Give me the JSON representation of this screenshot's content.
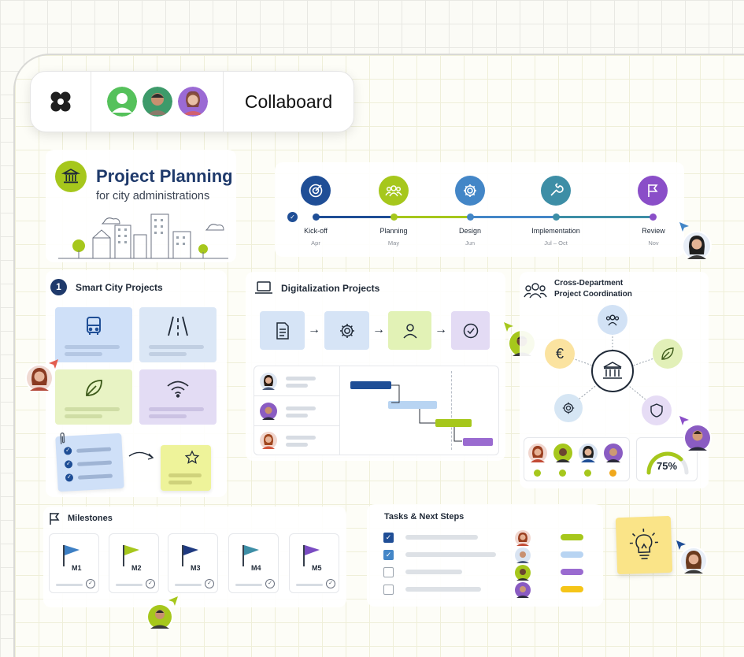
{
  "app": {
    "title": "Collaboard"
  },
  "colors": {
    "navy": "#1f4e96",
    "green": "#a6c71c",
    "blue": "#4386c7",
    "teal": "#3d8ea6",
    "purple": "#8a4ec8"
  },
  "header": {
    "title": "Project Planning",
    "subtitle": "for city administrations",
    "icon": "city-hall-icon"
  },
  "timeline": {
    "stages": [
      {
        "label": "Kick-off",
        "date": "Apr",
        "icon": "target-icon"
      },
      {
        "label": "Planning",
        "date": "May",
        "icon": "people-icon"
      },
      {
        "label": "Design",
        "date": "Jun",
        "icon": "gear-icon"
      },
      {
        "label": "Implementation",
        "date": "Jul – Oct",
        "icon": "wrench-icon"
      },
      {
        "label": "Review",
        "date": "Nov",
        "icon": "flag-icon"
      }
    ]
  },
  "smart_city": {
    "badge": "1",
    "title": "Smart City Projects",
    "cards": [
      "bus-icon",
      "road-icon",
      "leaf-icon",
      "wifi-icon"
    ]
  },
  "digitalization": {
    "title": "Digitalization Projects",
    "flow": [
      "document-icon",
      "gear-icon",
      "user-icon",
      "check-icon"
    ]
  },
  "coordination": {
    "title_line1": "Cross-Department",
    "title_line2": "Project Coordination",
    "progress": "75%",
    "progress_value": 0.75
  },
  "milestones": {
    "title": "Milestones",
    "items": [
      "M1",
      "M2",
      "M3",
      "M4",
      "M5"
    ]
  },
  "tasks": {
    "title": "Tasks & Next Steps",
    "items": [
      {
        "done": true,
        "status": "green"
      },
      {
        "done": true,
        "status": "lightblue"
      },
      {
        "done": false,
        "status": "purple"
      },
      {
        "done": false,
        "status": "yellow"
      }
    ]
  }
}
